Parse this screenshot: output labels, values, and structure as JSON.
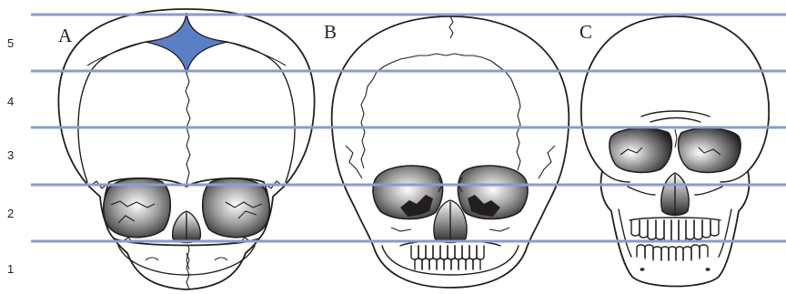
{
  "row_numbers": [
    "5",
    "4",
    "3",
    "2",
    "1"
  ],
  "skull_labels": [
    "A",
    "B",
    "C"
  ],
  "colors": {
    "guide_line": "#8a9cc8",
    "fontanelle": "#5b7fc4",
    "outline": "#231f20"
  }
}
